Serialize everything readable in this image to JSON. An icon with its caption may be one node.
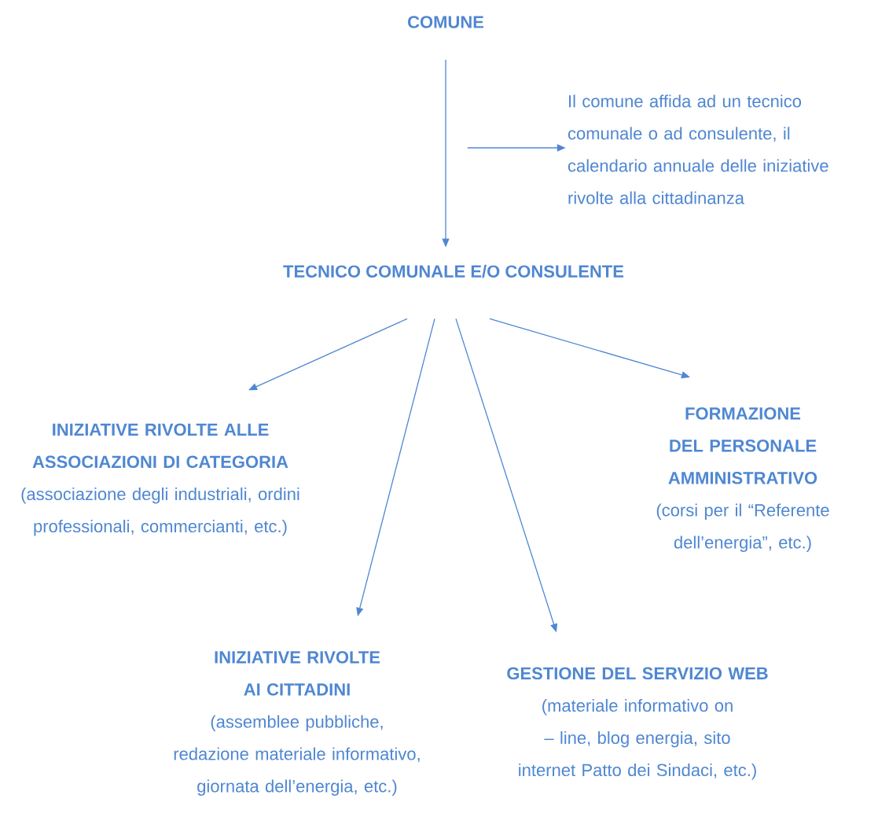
{
  "diagram": {
    "nodes": [
      {
        "text": [
          "COMUNE"
        ]
      },
      {
        "text": [
          "Il comune affida ad un tecnico comunale o ad consulente, il calendario annuale delle iniziative rivolte alla cittadinanza"
        ]
      },
      {
        "text": [
          "TECNICO COMUNALE E/O CONSULENTE"
        ]
      },
      {
        "text": [
          "INIZIATIVE RIVOLTE ALLE ASSOCIAZIONI DI CATEGORIA",
          "(associazione degli industriali, ordini professionali, commercianti, etc.)"
        ]
      },
      {
        "text": [
          "FORMAZIONE DEL PERSONALE AMMINISTRATIVO",
          "(corsi per il “Referente dell’energia”, etc.)"
        ]
      },
      {
        "text": [
          "INIZIATIVE RIVOLTE AI CITTADINI",
          "(assemblee pubbliche, redazione materiale informativo, giornata dell’energia, etc.)"
        ]
      },
      {
        "text": [
          "GESTIONE DEL SERVIZIO WEB",
          "(materiale informativo on – line, blog energia, sito internet Patto dei Sindaci, etc.)"
        ]
      }
    ],
    "edges": [
      {
        "from": 0,
        "to": 2,
        "arrow": "to"
      },
      {
        "from": null,
        "to": 1,
        "arrow": "to"
      },
      {
        "from": 2,
        "to": 3,
        "arrow": "to"
      },
      {
        "from": 2,
        "to": 5,
        "arrow": "to"
      },
      {
        "from": 2,
        "to": 6,
        "arrow": "to"
      },
      {
        "from": 2,
        "to": 4,
        "arrow": "to"
      }
    ]
  }
}
